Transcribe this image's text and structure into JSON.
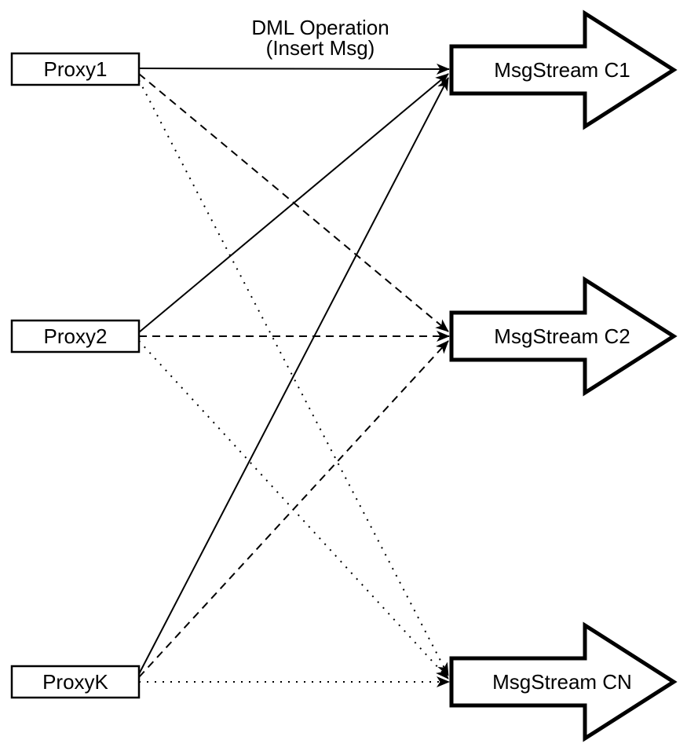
{
  "diagram": {
    "edge_label": {
      "line1": "DML Operation",
      "line2": "(Insert Msg)"
    },
    "proxies": [
      {
        "label": "Proxy1"
      },
      {
        "label": "Proxy2"
      },
      {
        "label": "ProxyK"
      }
    ],
    "streams": [
      {
        "label": "MsgStream C1",
        "incoming_edge_style": "solid"
      },
      {
        "label": "MsgStream C2",
        "incoming_edge_style": "dashed"
      },
      {
        "label": "MsgStream CN",
        "incoming_edge_style": "dotted"
      }
    ],
    "colors": {
      "stroke": "#000000",
      "shape_fill": "#ffffff",
      "background": "#ffffff"
    }
  }
}
